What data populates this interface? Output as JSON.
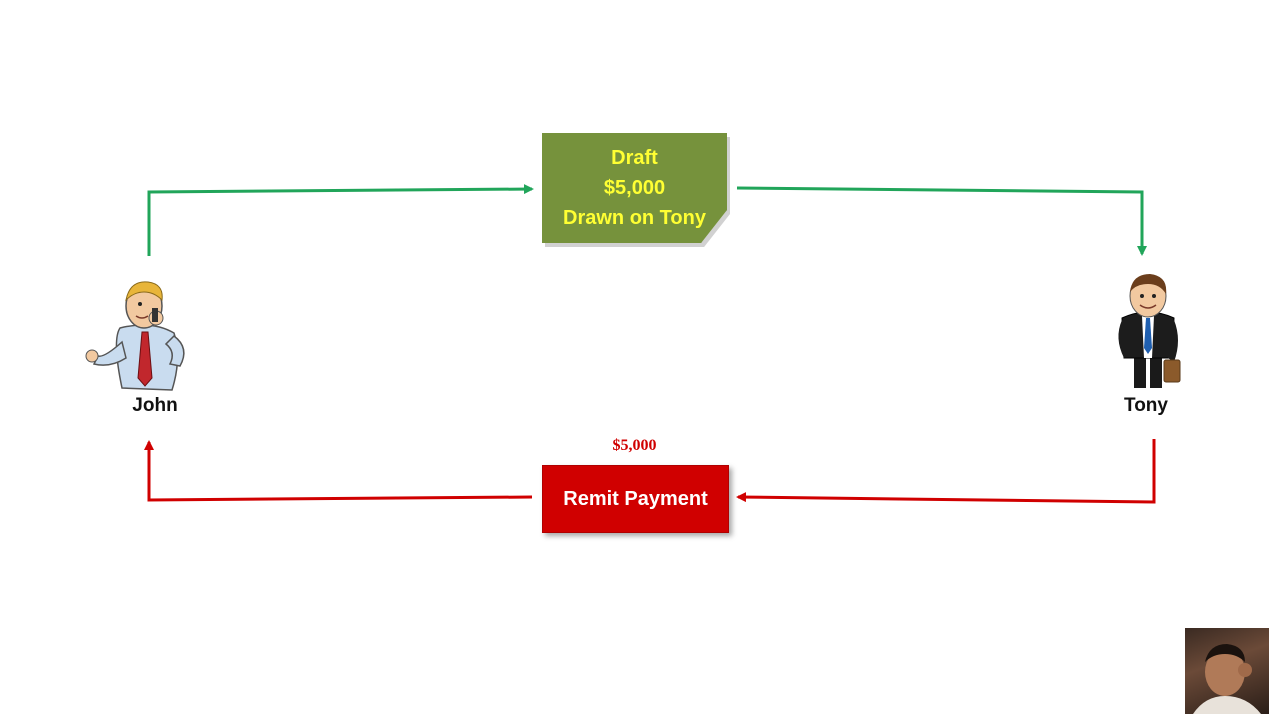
{
  "nodes": {
    "john": {
      "label": "John",
      "icon": "businessman-on-phone-icon"
    },
    "tony": {
      "label": "Tony",
      "icon": "businessman-with-briefcase-icon"
    }
  },
  "draft": {
    "line1": "Draft",
    "line2": "$5,000",
    "line3": "Drawn on Tony"
  },
  "remit": {
    "amount": "$5,000",
    "label": "Remit Payment"
  },
  "colors": {
    "green_arrow": "#21a55a",
    "red_arrow": "#d00000",
    "draft_fill": "#76923c",
    "draft_text": "#ffff33",
    "remit_fill": "#d00000"
  },
  "webcam": {
    "icon": "presenter-webcam-icon"
  }
}
